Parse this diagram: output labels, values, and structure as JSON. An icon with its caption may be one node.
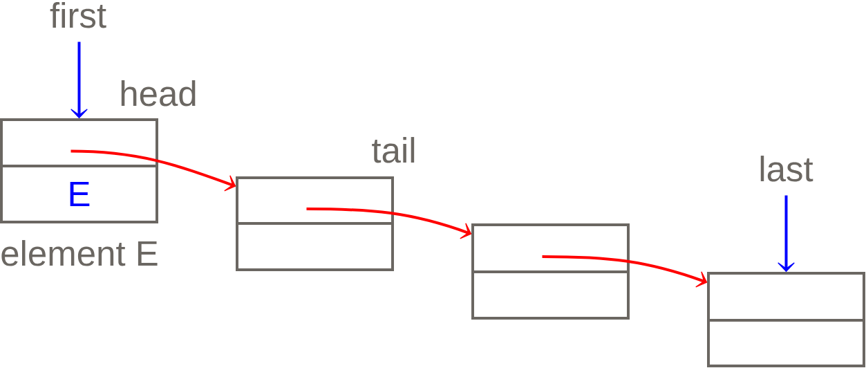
{
  "diagram": {
    "nodes": [
      {
        "text": [
          "first"
        ]
      },
      {
        "text": [],
        "shape": "box",
        "beside": [
          "head"
        ]
      },
      {
        "text": [
          "E"
        ],
        "beside": [
          "element E"
        ]
      },
      {
        "text": [],
        "shape": "box",
        "beside": [
          "tail"
        ]
      },
      {
        "text": [],
        "shape": "box"
      },
      {
        "text": [],
        "shape": "box"
      },
      {
        "text": [],
        "shape": "box"
      },
      {
        "text": [
          "last"
        ]
      },
      {
        "text": [],
        "shape": "box"
      },
      {
        "text": [],
        "shape": "box"
      }
    ],
    "edges": [
      {
        "from": 0,
        "to": 1,
        "arrow": "to",
        "color": "#0000ff"
      },
      {
        "from": 1,
        "to": 3,
        "arrow": "to"
      },
      {
        "from": 3,
        "to": 5,
        "arrow": "to"
      },
      {
        "from": 5,
        "to": 8,
        "arrow": "to"
      },
      {
        "from": 7,
        "to": 8,
        "arrow": "to",
        "color": "#0000ff"
      }
    ]
  }
}
